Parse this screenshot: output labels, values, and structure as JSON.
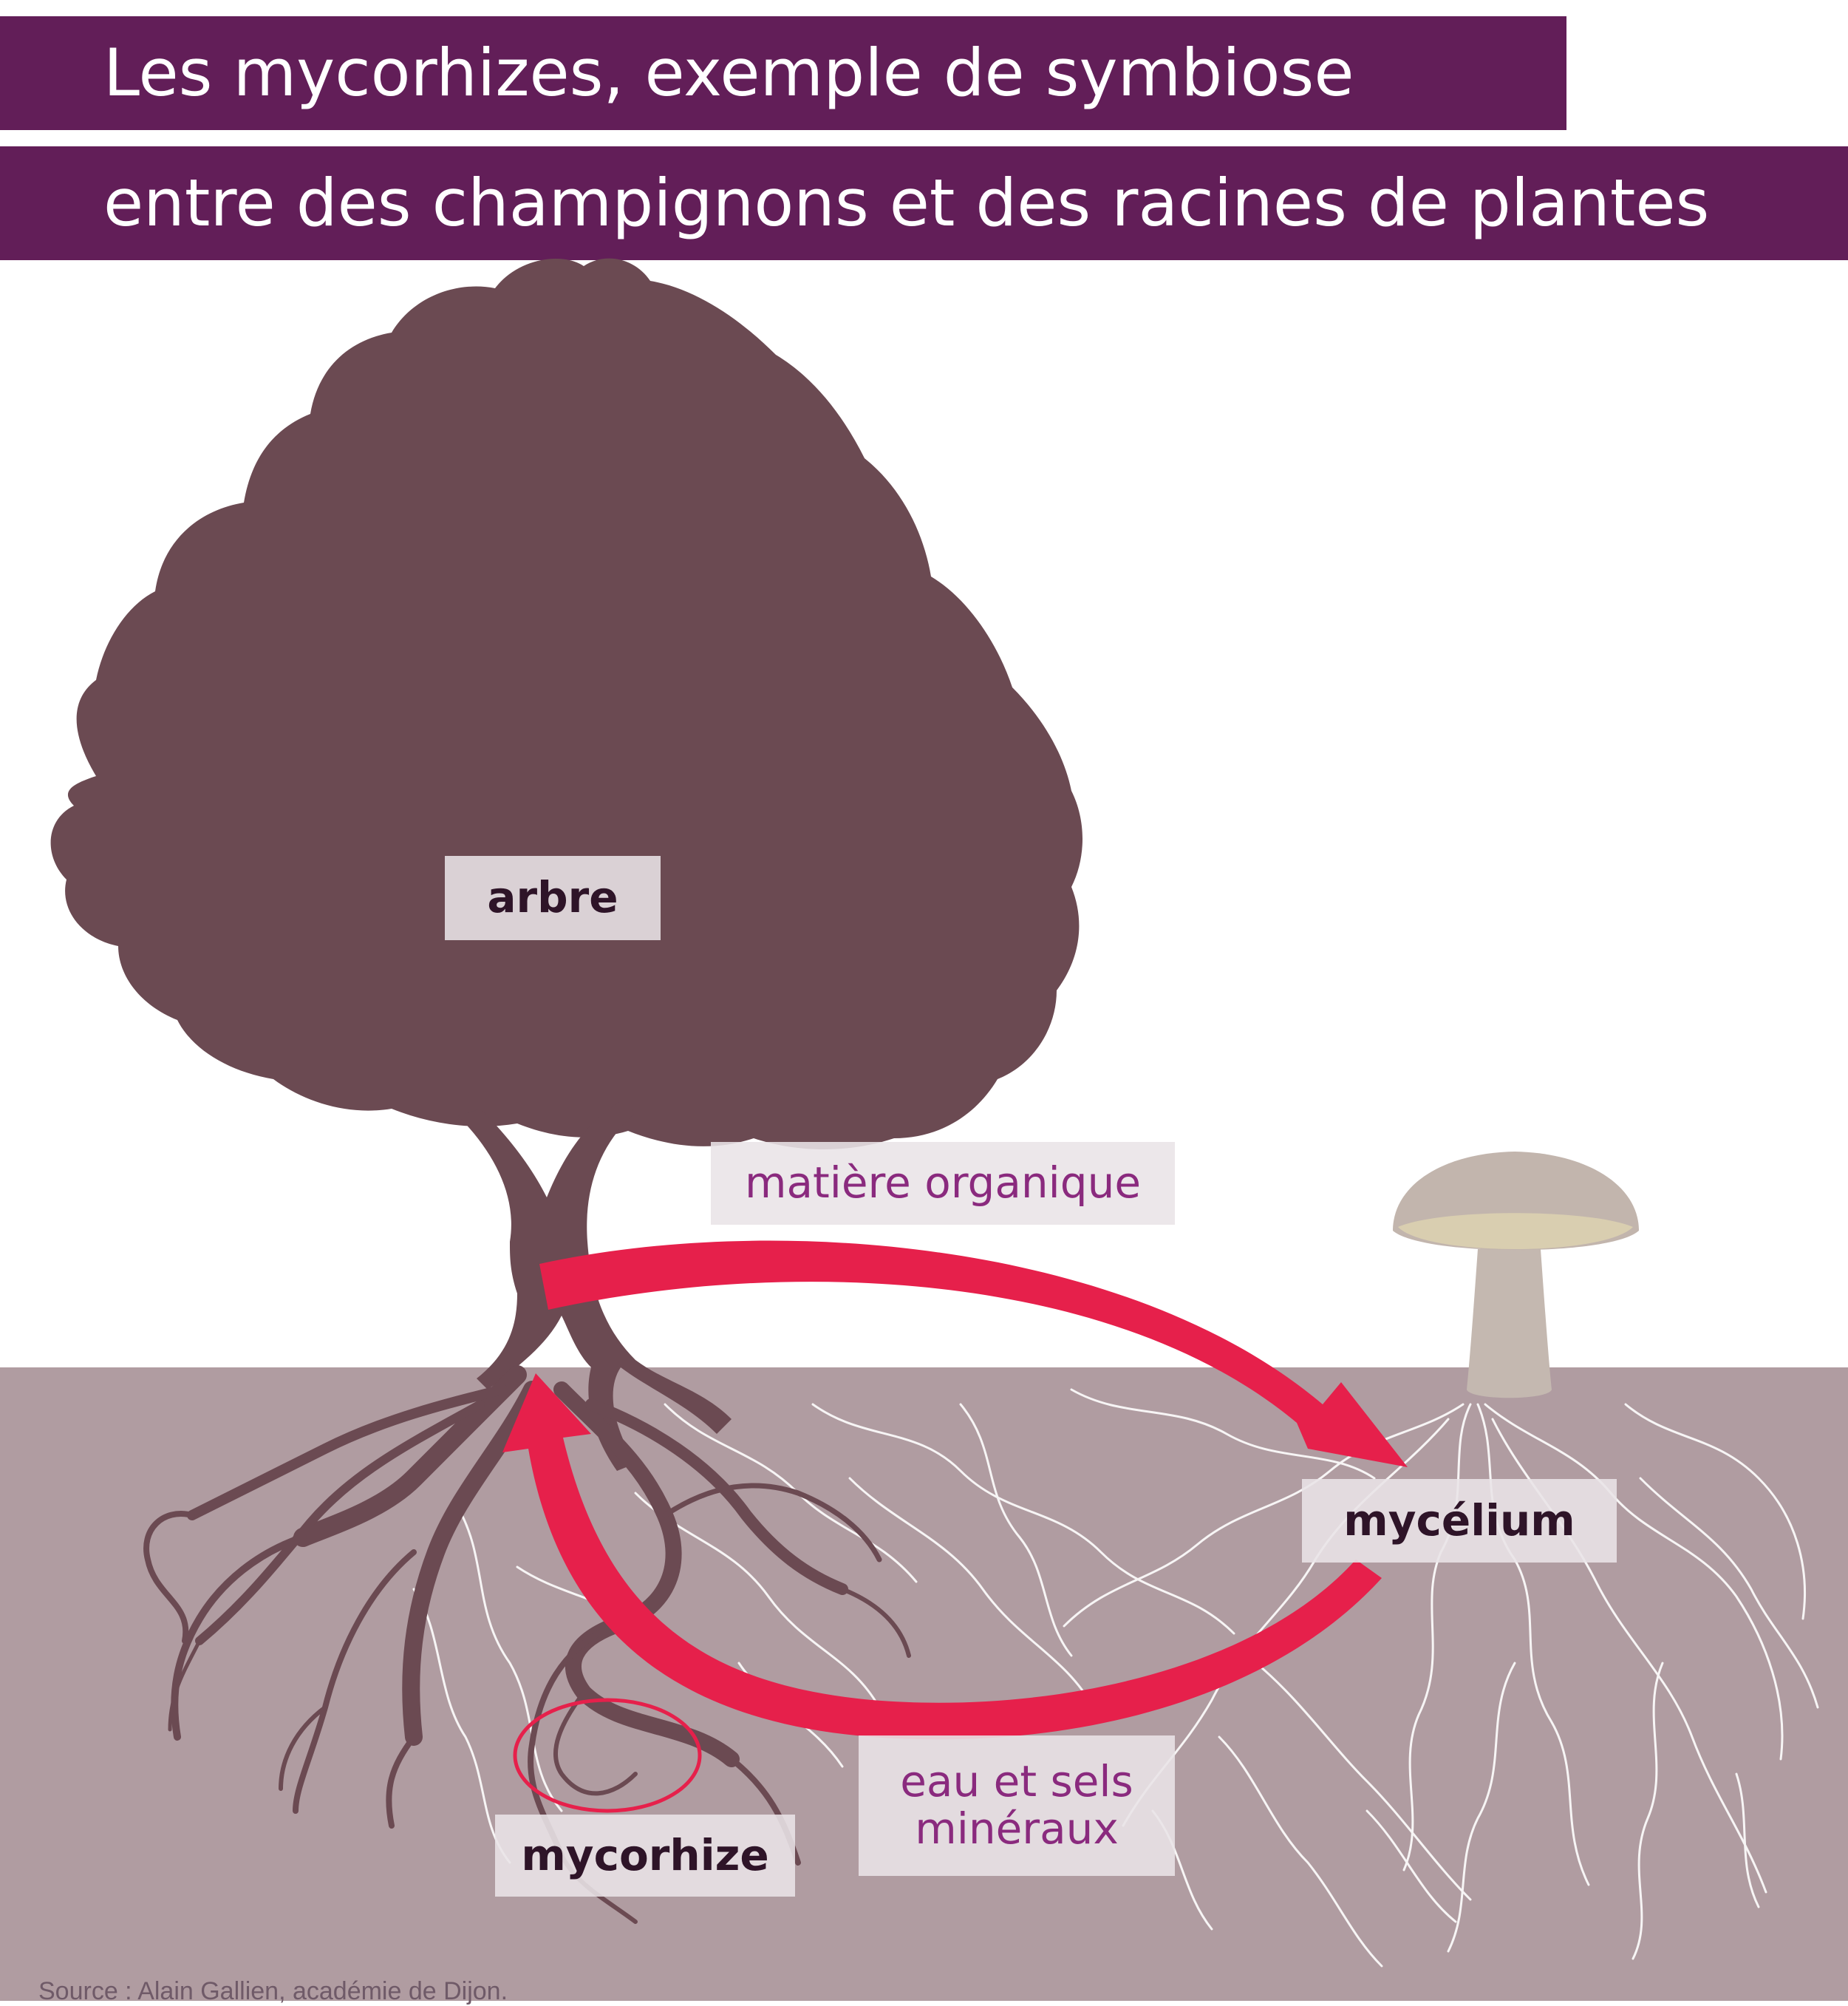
{
  "title": {
    "line1": "Les mycorhizes, exemple de symbiose",
    "line2": "entre des champignons et des racines de plantes"
  },
  "labels": {
    "tree": "arbre",
    "organic_matter": "matière organique",
    "mycelium": "mycélium",
    "mycorrhiza": "mycorhize",
    "water_line1": "eau et sels",
    "water_line2": "minéraux"
  },
  "source": "Source :  Alain Gallien, académie de Dijon.",
  "colors": {
    "title_band": "#621e58",
    "tree": "#6b4a52",
    "soil": "#b09ca1",
    "arrow": "#e6204b",
    "mushroom_cap": "#c2b5ad",
    "mushroom_gills": "#d9ceb0",
    "mushroom_stem": "#c4b8b0",
    "mycelium_threads": "#ffffff",
    "label_text_dark": "#2e1428",
    "label_text_purple": "#8a2a7e"
  }
}
